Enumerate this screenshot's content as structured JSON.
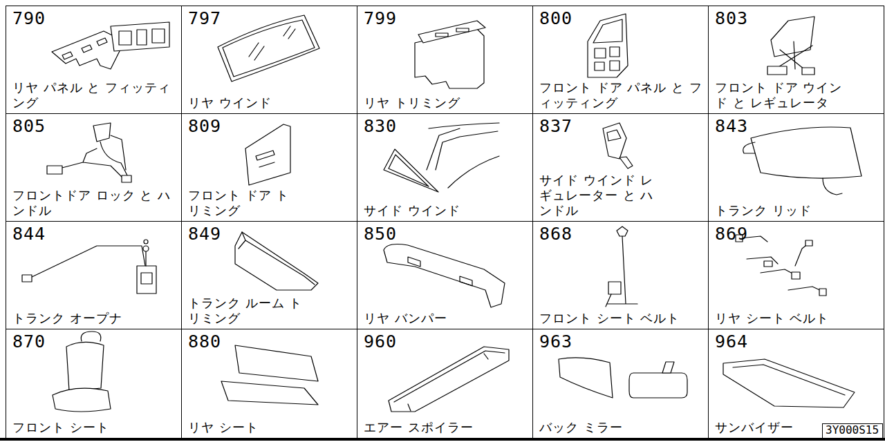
{
  "diagram": {
    "nodes": [
      {
        "text": [
          "790",
          "リヤ パネル と フィッティング"
        ]
      },
      {
        "text": [
          "797",
          "リヤ ウインド"
        ]
      },
      {
        "text": [
          "799",
          "リヤ トリミング"
        ]
      },
      {
        "text": [
          "800",
          "フロント ドア パネル と フィッティング"
        ]
      },
      {
        "text": [
          "803",
          "フロント ドア ウインド と レギュレータ"
        ]
      },
      {
        "text": [
          "805",
          "フロントドア ロック と ハンドル"
        ]
      },
      {
        "text": [
          "809",
          "フロント ドア トリミング"
        ]
      },
      {
        "text": [
          "830",
          "サイド ウインド"
        ]
      },
      {
        "text": [
          "837",
          "サイド ウインド レギュレーター と ハンドル"
        ]
      },
      {
        "text": [
          "843",
          "トランク リッド"
        ]
      },
      {
        "text": [
          "844",
          "トランク オープナ"
        ]
      },
      {
        "text": [
          "849",
          "トランク ルーム トリミング"
        ]
      },
      {
        "text": [
          "850",
          "リヤ バンパー"
        ]
      },
      {
        "text": [
          "868",
          "フロント シート ベルト"
        ]
      },
      {
        "text": [
          "869",
          "リヤ シート ベルト"
        ]
      },
      {
        "text": [
          "870",
          "フロント シート"
        ]
      },
      {
        "text": [
          "880",
          "リヤ シート"
        ]
      },
      {
        "text": [
          "960",
          "エアー スポイラー"
        ]
      },
      {
        "text": [
          "963",
          "バック ミラー"
        ]
      },
      {
        "text": [
          "964",
          "サンバイザー"
        ]
      },
      {
        "text": [
          "3Y000S15"
        ]
      }
    ]
  }
}
